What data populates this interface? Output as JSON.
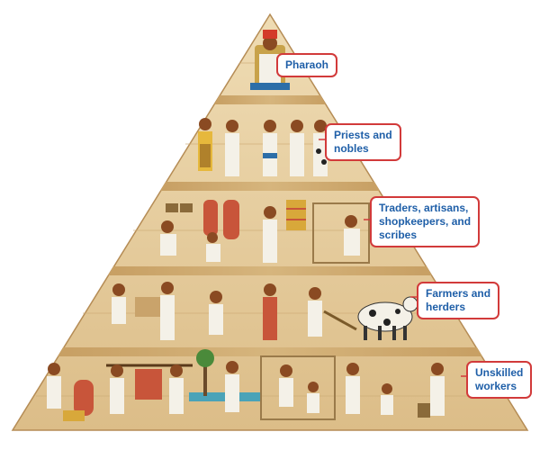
{
  "tiers": [
    {
      "label": "Pharaoh"
    },
    {
      "label": "Priests and\nnobles"
    },
    {
      "label": "Traders, artisans,\nshopkeepers, and\nscribes"
    },
    {
      "label": "Farmers and\nherders"
    },
    {
      "label": "Unskilled\nworkers"
    }
  ],
  "colors": {
    "label_border": "#d23a3a",
    "label_text": "#1f5fa8",
    "pyramid_stone": "#e7cfa4",
    "band_dark": "#c9a36b",
    "figure_skin": "#8a4a22",
    "figure_linen": "#f4f1e8"
  }
}
